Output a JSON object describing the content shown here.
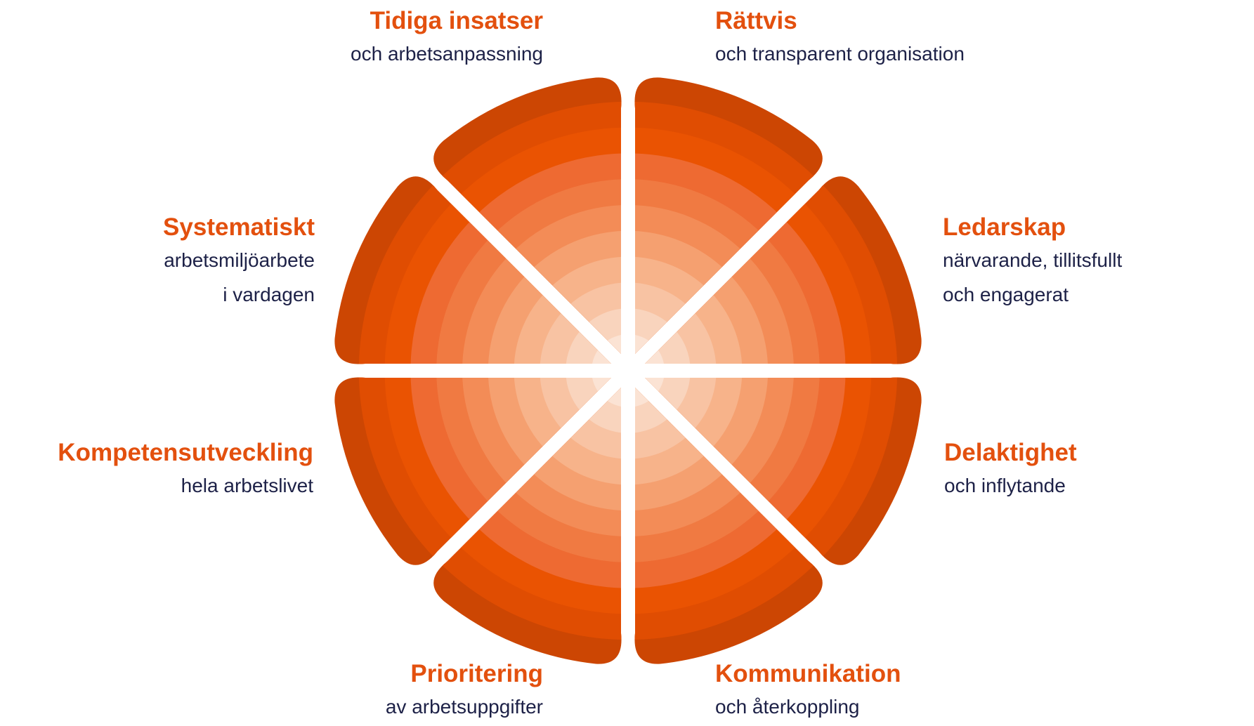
{
  "colors": {
    "rings": [
      "#fbe3d4",
      "#f9d4bd",
      "#f8c3a3",
      "#f7b38a",
      "#f5a070",
      "#f38c57",
      "#f07a42",
      "#ee6a32",
      "#ea5302",
      "#e04d02",
      "#cc4603"
    ],
    "title": "#e3500e",
    "subtitle": "#1d2147"
  },
  "segments": [
    {
      "title": "Rättvis",
      "lines": [
        "och transparent organisation"
      ]
    },
    {
      "title": "Ledarskap",
      "lines": [
        "närvarande, tillitsfullt",
        "och engagerat"
      ]
    },
    {
      "title": "Delaktighet",
      "lines": [
        "och inflytande"
      ]
    },
    {
      "title": "Kommunikation",
      "lines": [
        "och återkoppling"
      ]
    },
    {
      "title": "Prioritering",
      "lines": [
        "av arbetsuppgifter"
      ]
    },
    {
      "title": "Kompetensutveckling",
      "lines": [
        "hela arbetslivet"
      ]
    },
    {
      "title": "Systematiskt",
      "lines": [
        "arbetsmiljöarbete",
        "i vardagen"
      ]
    },
    {
      "title": "Tidiga insatser",
      "lines": [
        "och arbetsanpassning"
      ]
    }
  ]
}
